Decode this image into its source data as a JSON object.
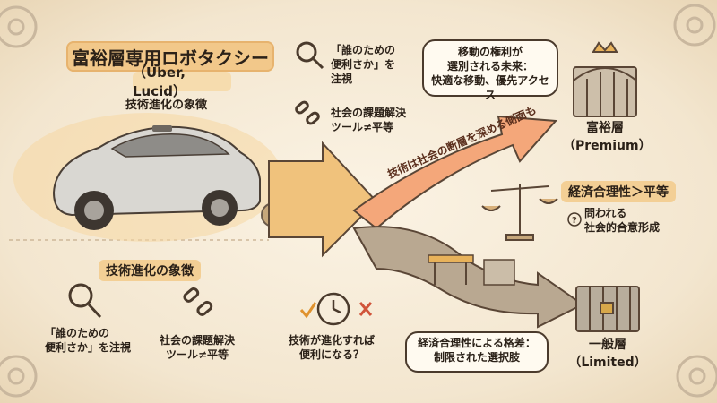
{
  "title": "富裕層専用ロボタクシー",
  "subtitle": "（Uber, Lucid）",
  "car_caption": "技術進化の象徴",
  "section_label": "技術進化の象徴",
  "top_items": {
    "magnifier": "「誰のための\n便利さか」を\n注視",
    "chain": "社会の課題解決\nツール≠平等"
  },
  "bottom_items": {
    "magnifier": "「誰のための\n便利さか」を注視",
    "chain": "社会の課題解決\nツール≠平等",
    "clock": "技術が進化すれば\n便利になる？"
  },
  "arrow_text": "技術は社会の断層を深める側面も",
  "bubble_top": "移動の権利が\n選別される未来：\n快適な移動、優先アクセス",
  "bubble_bottom": "経済合理性による格差：\n制限された選択肢",
  "premium": {
    "label": "富裕層",
    "sub": "（Premium）"
  },
  "limited": {
    "label": "一般層",
    "sub": "（Limited）"
  },
  "scale": {
    "title": "経済合理性＞平等",
    "text": "問われる\n社会的合意形成"
  },
  "colors": {
    "accent": "#f2c88a",
    "arrow": "#f4a77a",
    "gate": "#6b5a4a"
  }
}
